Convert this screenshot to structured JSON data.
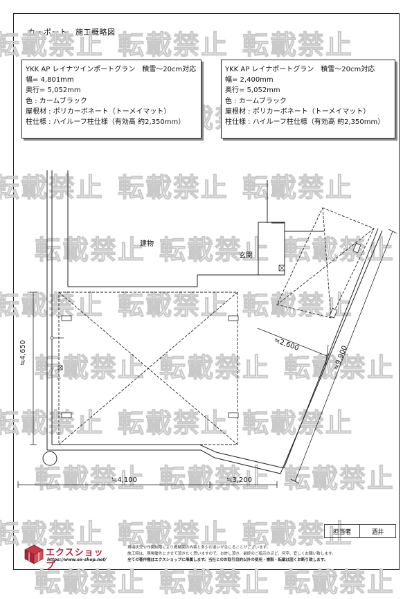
{
  "document": {
    "title": "カーポート　施工概略図"
  },
  "specs": [
    {
      "lines": [
        "YKK AP レイナツインポートグラン　積雪～20cm対応",
        "幅= 4,801mm",
        "奥行= 5,052mm",
        "色 : カームブラック",
        "屋根材 : ポリカーボネート（トーメイマット）",
        "柱仕様 : ハイルーフ柱仕様（有効高 約2,350mm）"
      ]
    },
    {
      "lines": [
        "YKK AP レイナポートグラン　積雪～20cm対応",
        "幅= 2,400mm",
        "奥行= 5,052mm",
        "色 : カームブラック",
        "屋根材 : ポリカーボネート（トーメイマット）",
        "柱仕様 : ハイルーフ柱仕様（有効高 約2,350mm）"
      ]
    }
  ],
  "plan": {
    "building_label": "建物",
    "entrance_label": "玄関",
    "dims": {
      "depth_left": "≒4,650",
      "width_bottom_left": "≒4,100",
      "width_bottom_right": "≒3,200",
      "diag_small": "≒2,600",
      "diag_large": "≒9,900"
    }
  },
  "watermark": "転載禁止",
  "staff": {
    "label": "担当者",
    "name": "酒井"
  },
  "company": {
    "name": "エクスショップ",
    "url": "https://www.ex-shop.net/"
  },
  "notes": [
    "現場状況や作図制限により概略図の内容と多少の違いが生じることがございます。",
    "施工時は、現場優先とさせて頂きたく思いますので、お許し頂き、最終のご指示のほど、何卒、宜しくお願い致します。",
    "全ての著作権はエクスショップに帰属します。当社とのお取引目的以外の使用・複製・転載は固くお断り致します。"
  ]
}
